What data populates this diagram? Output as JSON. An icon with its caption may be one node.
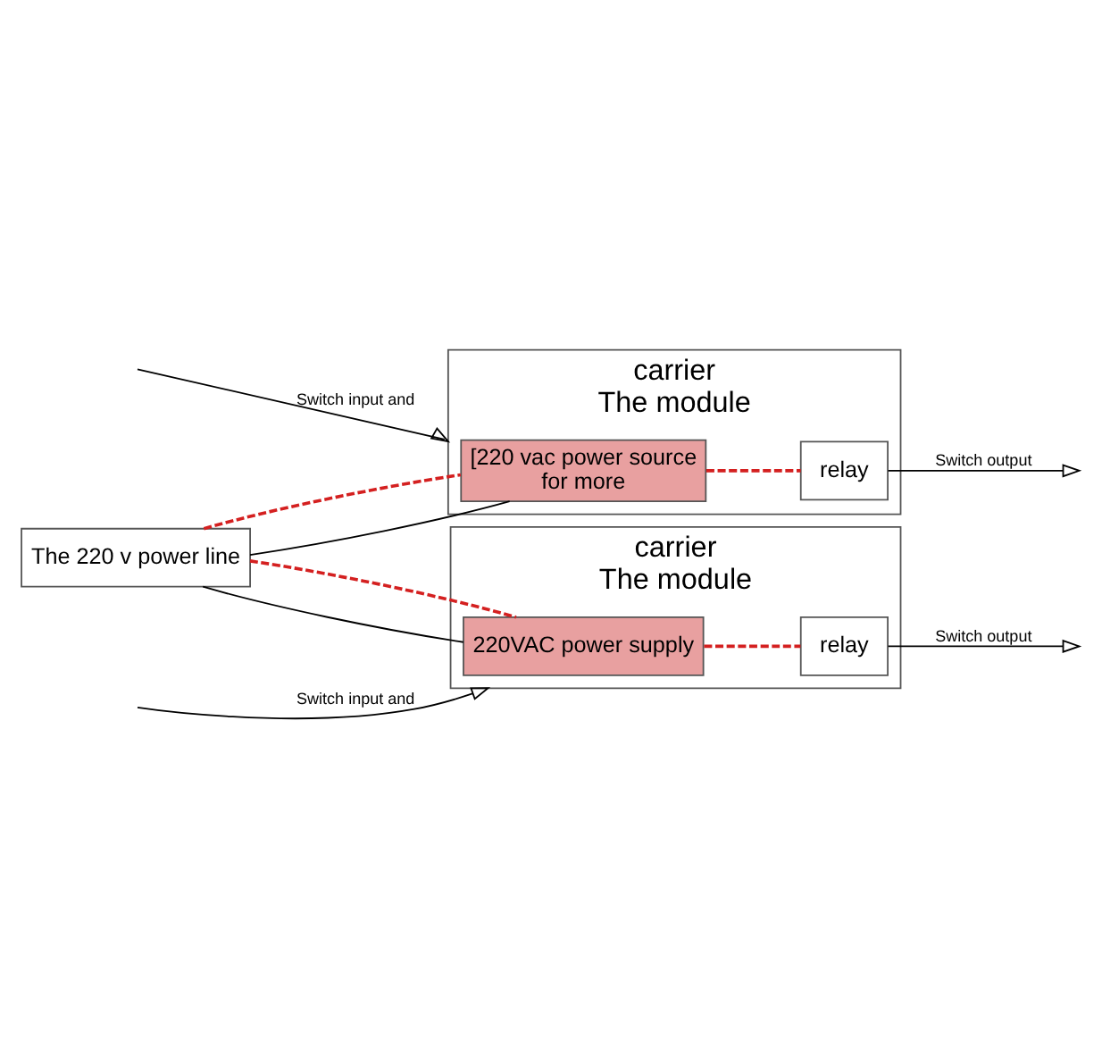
{
  "diagram": {
    "nodes": [
      {
        "text": [
          "carrier",
          "The module"
        ]
      },
      {
        "text": [
          "[220 vac power source",
          "for more"
        ],
        "in": 0
      },
      {
        "text": [
          "relay"
        ],
        "in": 0
      },
      {
        "text": [
          "carrier",
          "The module"
        ]
      },
      {
        "text": [
          "220VAC power supply"
        ],
        "in": 3
      },
      {
        "text": [
          "relay"
        ],
        "in": 3
      },
      {
        "text": [
          "The 220 v power line"
        ]
      }
    ],
    "edges": [
      {
        "from": null,
        "to": 0,
        "arrow": "to",
        "label": "Switch input and"
      },
      {
        "from": 2,
        "to": null,
        "arrow": "to",
        "label": "Switch output"
      },
      {
        "from": 6,
        "to": 1,
        "arrow": "none"
      },
      {
        "from": 6,
        "to": 1,
        "arrow": "none",
        "style": "dashed",
        "color": "#d42020"
      },
      {
        "from": 1,
        "to": 2,
        "arrow": "none",
        "style": "dashed",
        "color": "#d42020"
      },
      {
        "from": null,
        "to": 3,
        "arrow": "to",
        "label": "Switch input and"
      },
      {
        "from": 5,
        "to": null,
        "arrow": "to",
        "label": "Switch output"
      },
      {
        "from": 6,
        "to": 4,
        "arrow": "none"
      },
      {
        "from": 6,
        "to": 4,
        "arrow": "none",
        "style": "dashed",
        "color": "#d42020"
      },
      {
        "from": 4,
        "to": 5,
        "arrow": "none",
        "style": "dashed",
        "color": "#d42020"
      }
    ]
  }
}
